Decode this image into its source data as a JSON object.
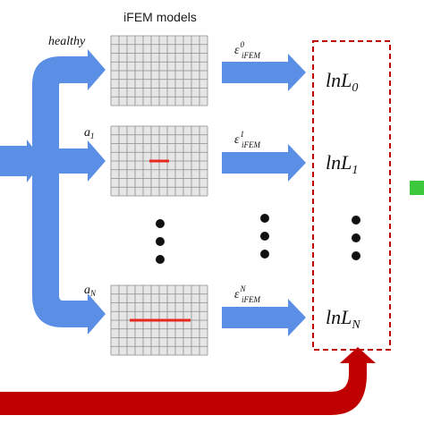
{
  "header": {
    "title": "iFEM models"
  },
  "rows": [
    {
      "id": "healthy",
      "case_label": "healthy",
      "strain_base": "ε",
      "strain_sup": "0",
      "strain_sub": "iFEM",
      "ln_prefix": "lnL",
      "ln_index": "0",
      "damage_fraction": 0
    },
    {
      "id": "a1",
      "case_base": "a",
      "case_sub": "1",
      "strain_base": "ε",
      "strain_sup": "1",
      "strain_sub": "iFEM",
      "ln_prefix": "lnL",
      "ln_index": "1",
      "damage_fraction": 0.2
    },
    {
      "id": "aN",
      "case_base": "a",
      "case_sub": "N",
      "strain_base": "ε",
      "strain_sup": "N",
      "strain_sub": "iFEM",
      "ln_prefix": "lnL",
      "ln_index": "N",
      "damage_fraction": 0.6
    }
  ],
  "colors": {
    "arrow_blue": "#5b8fe6",
    "feedback_red": "#c00000",
    "crack_red": "#e8281e",
    "dashed_box": "#c00000",
    "mesh_fill": "#e6e6e6",
    "mesh_line": "#8c8c8c",
    "accent_green": "#3cc83c"
  }
}
